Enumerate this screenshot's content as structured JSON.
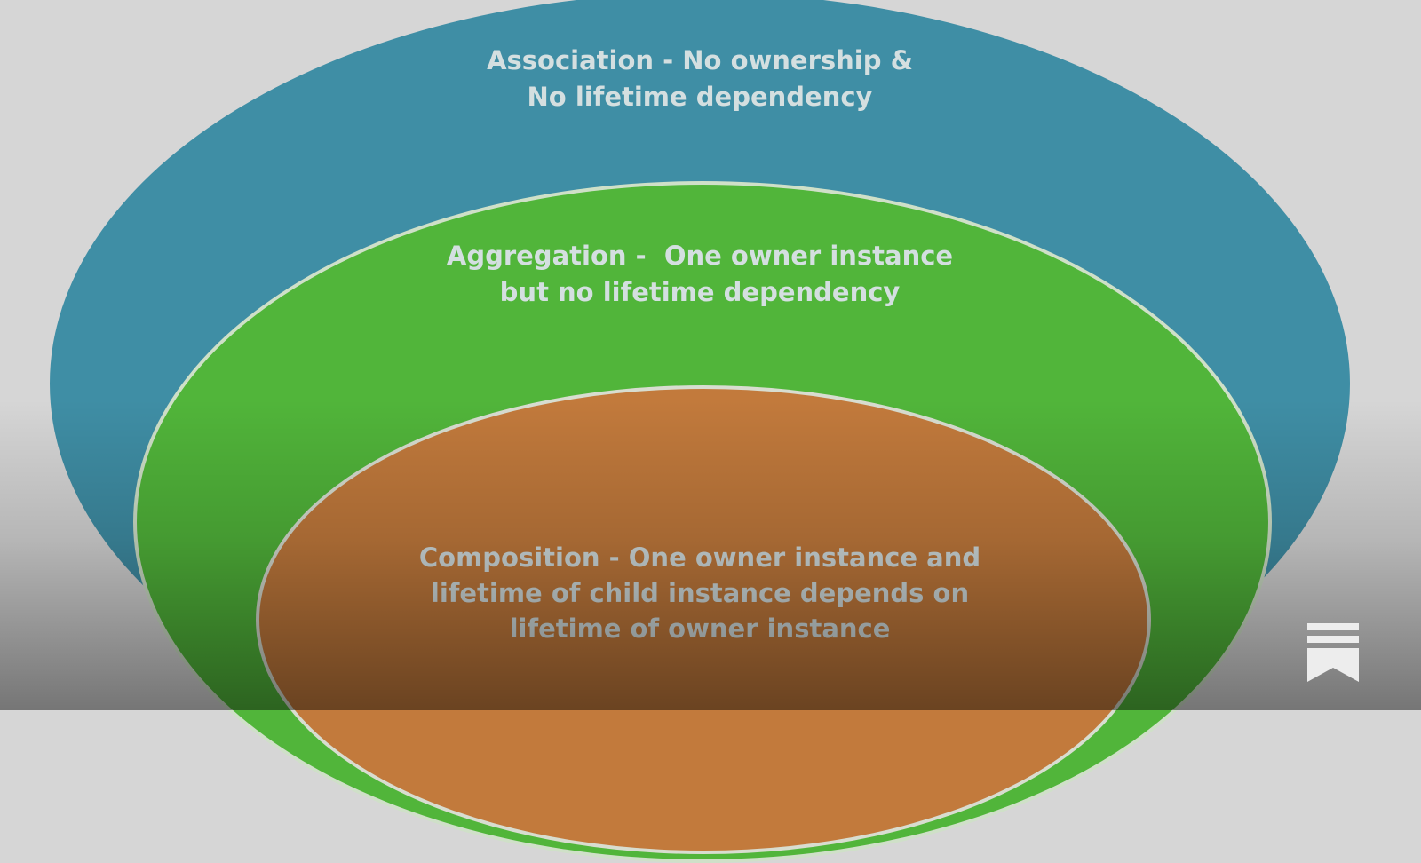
{
  "diagram": {
    "association": {
      "line1": "Association - No ownership &",
      "line2": "No lifetime dependency",
      "color": "#3f8ea5"
    },
    "aggregation": {
      "line1": "Aggregation -  One owner instance",
      "line2": "but no lifetime dependency",
      "color": "#51b53a"
    },
    "composition": {
      "line1": "Composition - One owner instance and",
      "line2": "lifetime of child instance depends on",
      "line3": "lifetime of owner instance",
      "color": "#c27a3c"
    }
  },
  "icons": {
    "bookmark": "bookmark-icon"
  }
}
